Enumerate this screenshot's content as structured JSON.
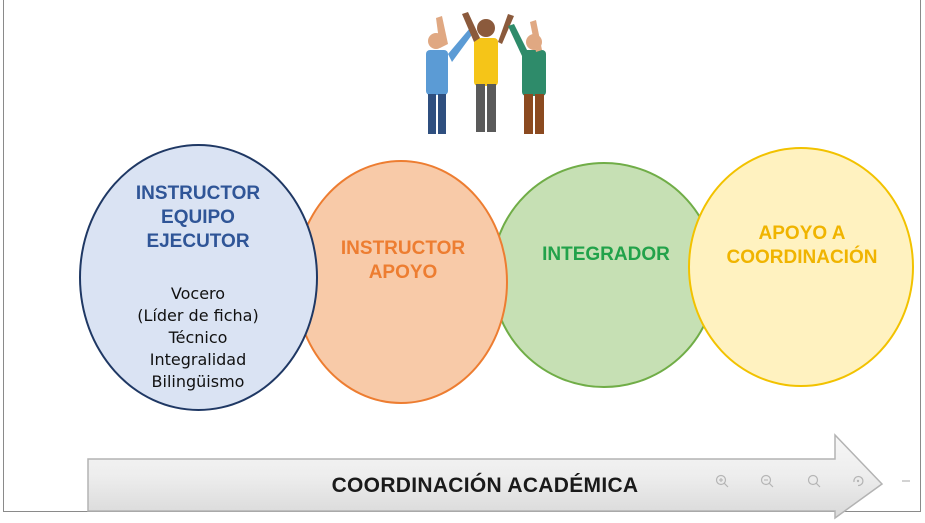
{
  "diagram": {
    "circles": [
      {
        "id": "instructor-equipo-ejecutor",
        "title_lines": [
          "INSTRUCTOR",
          "EQUIPO",
          "EJECUTOR"
        ],
        "roles": [
          "Vocero",
          "(Líder de ficha)",
          "Técnico",
          "Integralidad",
          "Bilingüismo"
        ],
        "color": "#2f5597",
        "fill": "#dae3f3"
      },
      {
        "id": "instructor-apoyo",
        "title_lines": [
          "INSTRUCTOR",
          "APOYO"
        ],
        "color": "#ed7d31",
        "fill": "#f8caa8"
      },
      {
        "id": "integrador",
        "title_lines": [
          "INTEGRADOR"
        ],
        "color": "#22a24a",
        "fill": "#c6e0b4"
      },
      {
        "id": "apoyo-coordinacion",
        "title_lines": [
          "APOYO A",
          "COORDINACIÓN"
        ],
        "color": "#f0b400",
        "fill": "#fff2c0"
      }
    ],
    "arrow_label": "COORDINACIÓN ACADÉMICA"
  },
  "viewer_toolbar": {
    "buttons": [
      "zoom-in-icon",
      "zoom-out-icon",
      "search-icon",
      "rotate-icon",
      "more-icon"
    ]
  }
}
